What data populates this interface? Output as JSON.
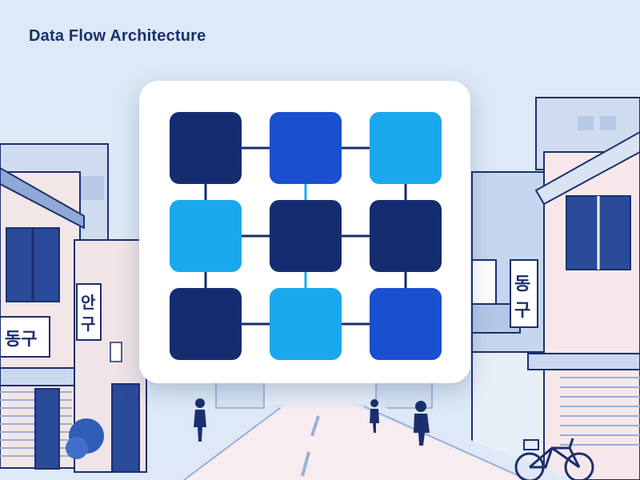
{
  "title": "Data Flow Architecture",
  "signs": {
    "left_large": "동구",
    "left_vertical": [
      "안",
      "구"
    ],
    "right_vertical": [
      "동",
      "구"
    ]
  },
  "colors": {
    "navy": "#152c6e",
    "blue": "#1a4fd0",
    "sky": "#1aa8ec",
    "background": "#dde9f6",
    "title": "#1b2f6e"
  },
  "grid": {
    "rows": 3,
    "cols": 3,
    "nodes": [
      [
        "navy",
        "blue",
        "sky"
      ],
      [
        "sky",
        "navy",
        "navy"
      ],
      [
        "navy",
        "sky",
        "blue"
      ]
    ],
    "horizontal_links": [
      {
        "row": 0,
        "from": 0,
        "to": 1,
        "color": "navy"
      },
      {
        "row": 0,
        "from": 1,
        "to": 2,
        "color": "navy"
      },
      {
        "row": 1,
        "from": 0,
        "to": 1,
        "color": "navy"
      },
      {
        "row": 1,
        "from": 1,
        "to": 2,
        "color": "navy"
      },
      {
        "row": 2,
        "from": 0,
        "to": 1,
        "color": "navy"
      },
      {
        "row": 2,
        "from": 1,
        "to": 2,
        "color": "navy"
      }
    ],
    "vertical_links": [
      {
        "col": 0,
        "from": 0,
        "to": 1,
        "color": "navy"
      },
      {
        "col": 0,
        "from": 1,
        "to": 2,
        "color": "navy"
      },
      {
        "col": 1,
        "from": 0,
        "to": 1,
        "color": "sky"
      },
      {
        "col": 1,
        "from": 1,
        "to": 2,
        "color": "sky"
      },
      {
        "col": 2,
        "from": 0,
        "to": 1,
        "color": "navy"
      },
      {
        "col": 2,
        "from": 1,
        "to": 2,
        "color": "navy"
      }
    ]
  }
}
